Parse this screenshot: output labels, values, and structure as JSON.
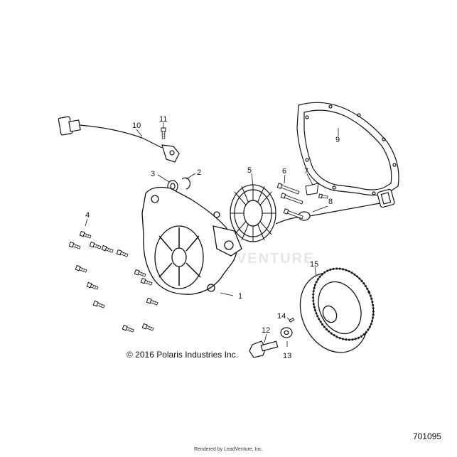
{
  "callouts": [
    "1",
    "2",
    "3",
    "4",
    "5",
    "6",
    "7",
    "8",
    "9",
    "10",
    "11",
    "12",
    "13",
    "14",
    "15"
  ],
  "copyright": "© 2016 Polaris Industries Inc.",
  "document_number": "701095",
  "rendered_by": "Rendered by LeadVenture, Inc.",
  "watermark": "ADVENTURE",
  "colors": {
    "line": "#111111",
    "background": "#ffffff",
    "watermark": "#e6e6e6"
  }
}
